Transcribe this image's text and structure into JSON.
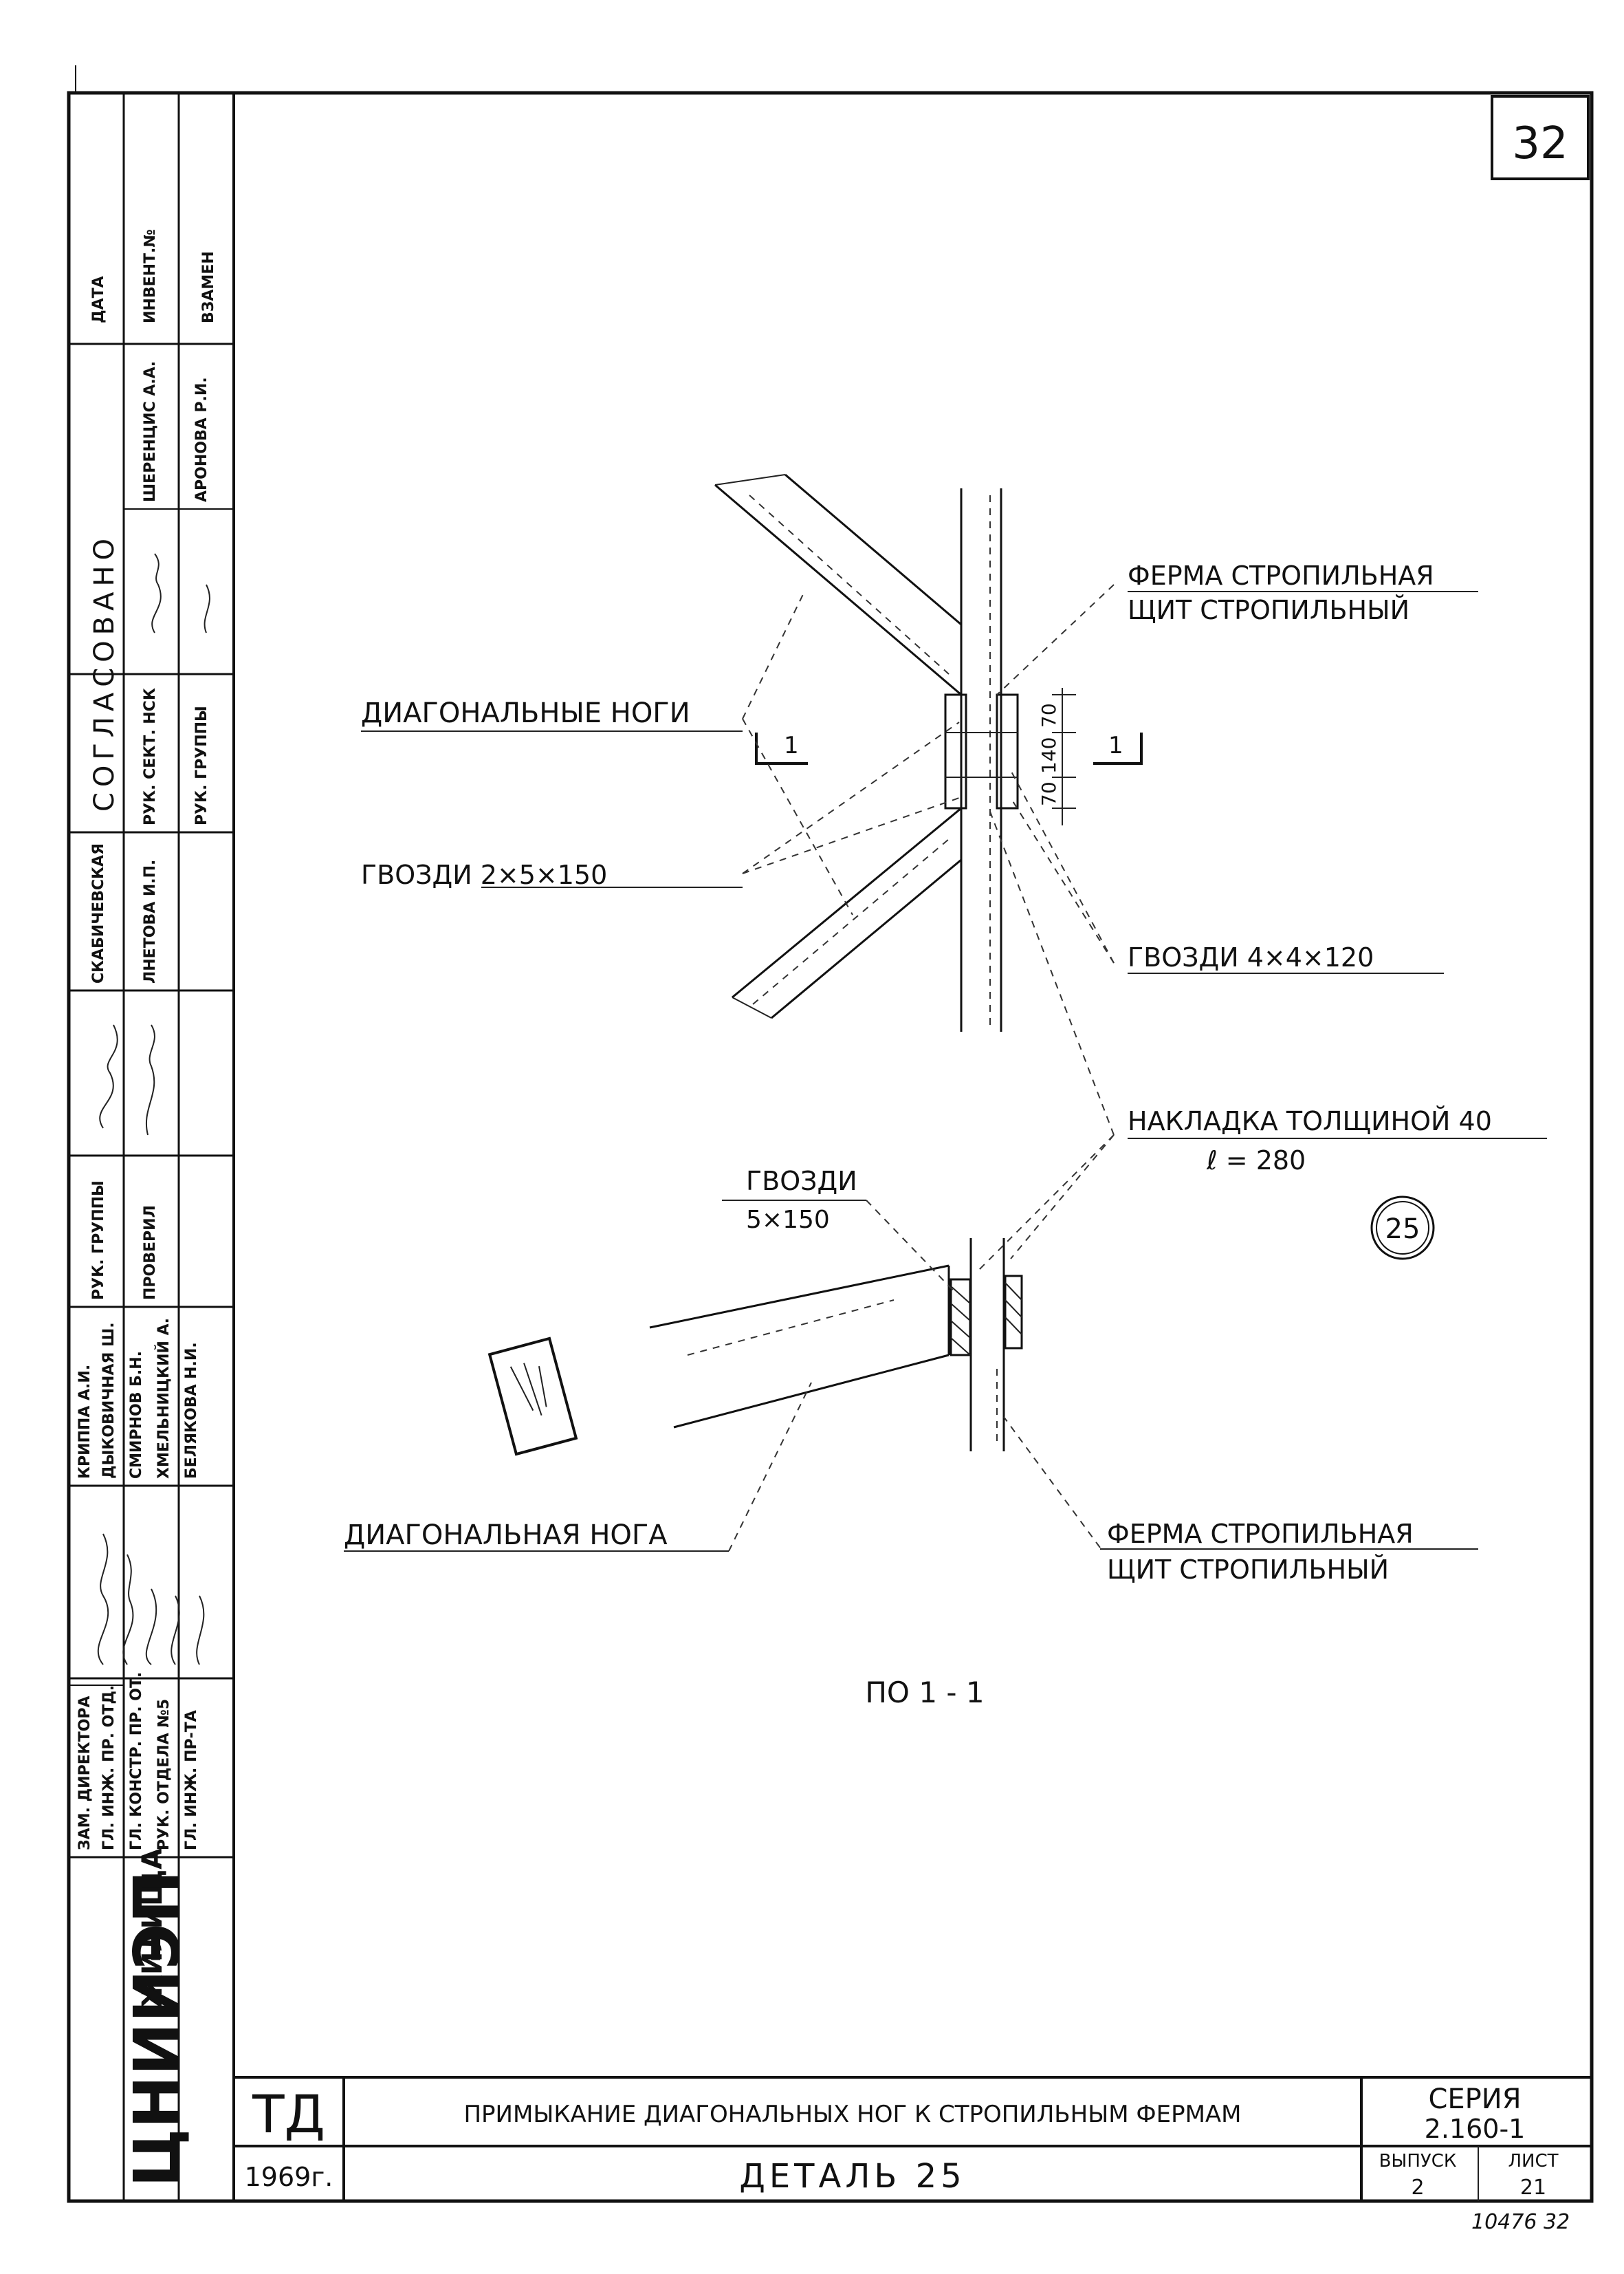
{
  "page_number": "32",
  "drawing": {
    "diagonal_legs_label": "ДИАГОНАЛЬНЫЕ НОГИ",
    "nails_left_label": "ГВОЗДИ  2×5×150",
    "truss_label_top": "ФЕРМА СТРОПИЛЬНАЯ",
    "panel_label_top": "ЩИТ СТРОПИЛЬНЫЙ",
    "nails_right_label": "ГВОЗДИ  4×4×120",
    "plate_label": "НАКЛАДКА ТОЛЩИНОЙ 40",
    "plate_length": "ℓ = 280",
    "nails_section_label": "ГВОЗДИ",
    "nails_section_spec": "5×150",
    "diagonal_leg_label": "ДИАГОНАЛЬНАЯ НОГА",
    "truss_label_bottom": "ФЕРМА СТРОПИЛЬНАЯ",
    "panel_label_bottom": "ЩИТ СТРОПИЛЬНЫЙ",
    "section_caption": "ПО 1 - 1",
    "detail_marker": "25",
    "section_mark_left": "1",
    "section_mark_right": "1",
    "dims": [
      "70",
      "140",
      "70"
    ]
  },
  "side_stamp": {
    "org": "ЦНИИЭП",
    "org_suffix": "ЖИЛИЩА",
    "header_cols": [
      "ДАТА",
      "ИНВЕНТ.№",
      "ВЗАМЕН"
    ],
    "approved": "СОГЛАСОВАНО",
    "approved_roles": [
      "РУК. СЕКТ. НСК",
      "РУК. ГРУППЫ"
    ],
    "approved_names": [
      "ШЕРЕНЦИС А.А.",
      "АРОНОВА Р.И."
    ],
    "extra_roles": [
      "СКАБИЧЕВСКАЯ",
      "ЛНЕТОВА И.П."
    ],
    "check_roles": [
      "РУК. ГРУППЫ",
      "ПРОВЕРИЛ"
    ],
    "names_col": [
      "КРИППА А.И.",
      "ДЫКОВИЧНАЯ Ш.",
      "СМИРНОВ Б.Н.",
      "ХМЕЛЬНИЦКИЙ А.",
      "БЕЛЯКОВА Н.И."
    ],
    "roles_col": [
      "ЗАМ. ДИРЕКТОРА",
      "ГЛ. ИНЖ. ПР. ОТД.",
      "ГЛ. КОНСТР. ПР. ОТ.",
      "РУК. ОТДЕЛА №5",
      "ГЛ. ИНЖ. ПР-ТА"
    ]
  },
  "title_block": {
    "code": "ТД",
    "year": "1969г.",
    "title": "ПРИМЫКАНИЕ ДИАГОНАЛЬНЫХ НОГ К СТРОПИЛЬНЫМ ФЕРМАМ",
    "subtitle": "ДЕТАЛЬ 25",
    "series_label": "СЕРИЯ",
    "series_value": "2.160-1",
    "issue_label": "ВЫПУСК",
    "sheet_label": "ЛИСТ",
    "issue_value": "2",
    "sheet_value": "21",
    "archive_no": "10476  32"
  }
}
